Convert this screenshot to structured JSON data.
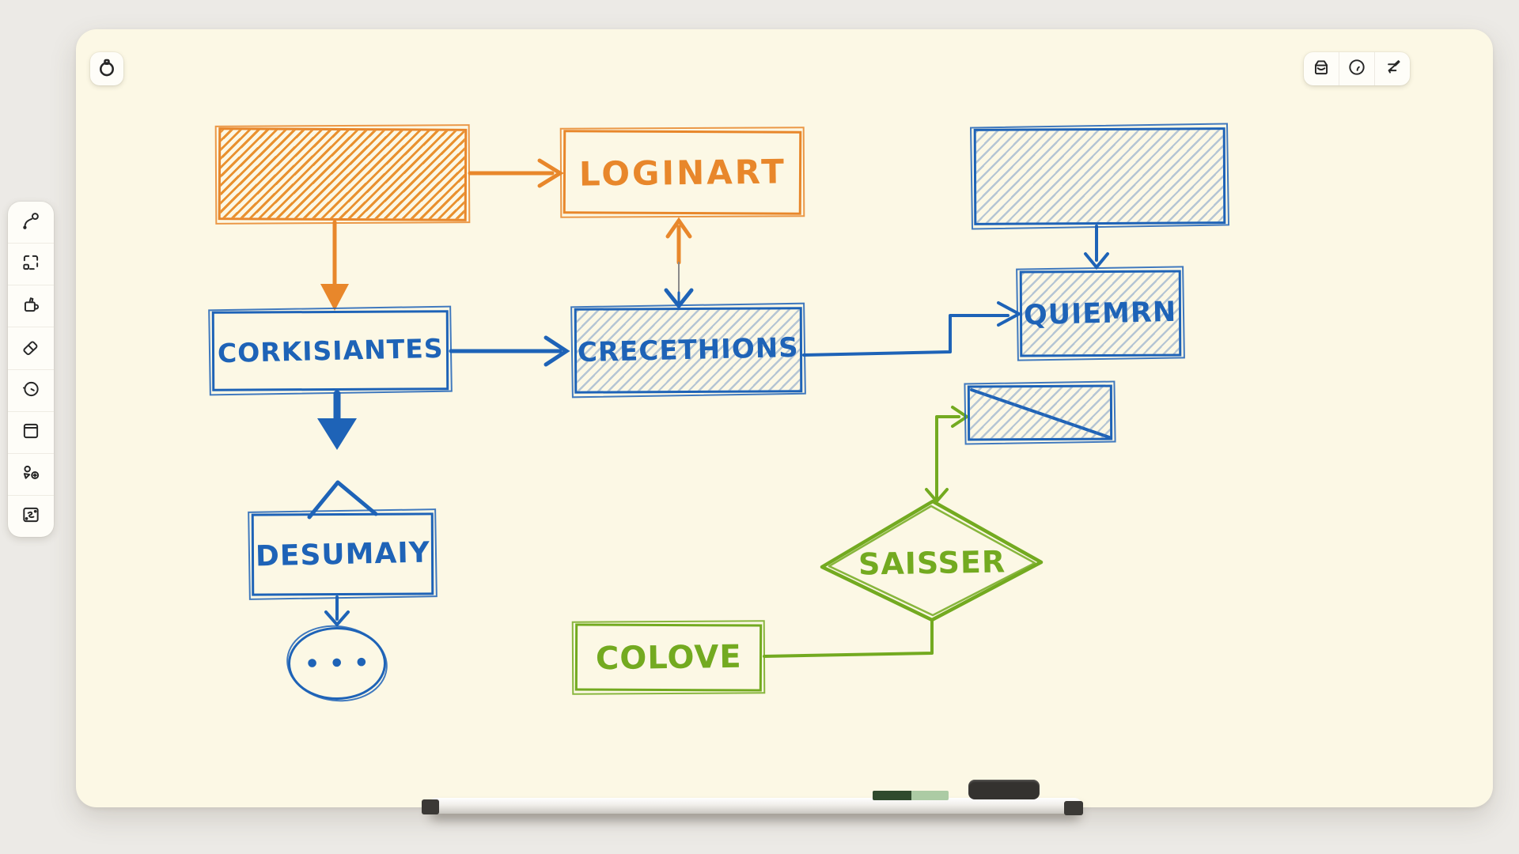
{
  "topbar": {
    "left_button": {
      "icon": "stopwatch-icon"
    },
    "right_toolbar": {
      "buttons": [
        {
          "icon": "bag-icon"
        },
        {
          "icon": "timer-icon"
        },
        {
          "icon": "draw-pen-icon"
        }
      ]
    }
  },
  "sidebar": {
    "tools": [
      {
        "name": "connector-tool",
        "icon": "connector-icon"
      },
      {
        "name": "select-tool",
        "icon": "marquee-select-icon"
      },
      {
        "name": "sticky-tool",
        "icon": "pen-cup-icon"
      },
      {
        "name": "eraser-tool",
        "icon": "eraser-icon"
      },
      {
        "name": "timer-tool",
        "icon": "clock-icon"
      },
      {
        "name": "frame-tool",
        "icon": "frame-icon"
      },
      {
        "name": "shapes-tool",
        "icon": "shapes-plus-icon"
      },
      {
        "name": "sketch-tool",
        "icon": "sketch-board-icon",
        "selected": true
      }
    ]
  },
  "canvas": {
    "nodes": {
      "orange_filled_box": {
        "label": "",
        "shape": "rectangle",
        "fill": "orange-hatch"
      },
      "loginart": {
        "label": "LOGINART",
        "shape": "rectangle"
      },
      "blue_filled_box": {
        "label": "",
        "shape": "rectangle",
        "fill": "blue-hatch"
      },
      "corkisiantes": {
        "label": "CORKISIANTES",
        "shape": "rectangle"
      },
      "crecethions": {
        "label": "CRECETHIONS",
        "shape": "rectangle",
        "fill": "blue-hatch"
      },
      "quiemrn": {
        "label": "QUIEMRN",
        "shape": "rectangle",
        "fill": "blue-hatch"
      },
      "crossed_box": {
        "label": "",
        "shape": "rectangle-crossed",
        "fill": "blue-hatch"
      },
      "desumaiy": {
        "label": "DESUMAIY",
        "shape": "rectangle-with-caret"
      },
      "ellipsis_bubble": {
        "label": "•••",
        "shape": "ellipse"
      },
      "saisser": {
        "label": "SAISSER",
        "shape": "diamond"
      },
      "colove": {
        "label": "COLOVE",
        "shape": "rectangle"
      }
    },
    "colors": {
      "orange": "#E8872B",
      "blue": "#1E63B7",
      "green": "#73AA20",
      "board": "#FCF8E5",
      "page_background": "#ECEAE6"
    }
  },
  "tray": {
    "markers": [
      {
        "name": "green-marker",
        "cap_color": "#2F4A2D",
        "body_color": "#ACCBA4"
      },
      {
        "name": "black-marker",
        "color": "#34322F"
      }
    ]
  }
}
